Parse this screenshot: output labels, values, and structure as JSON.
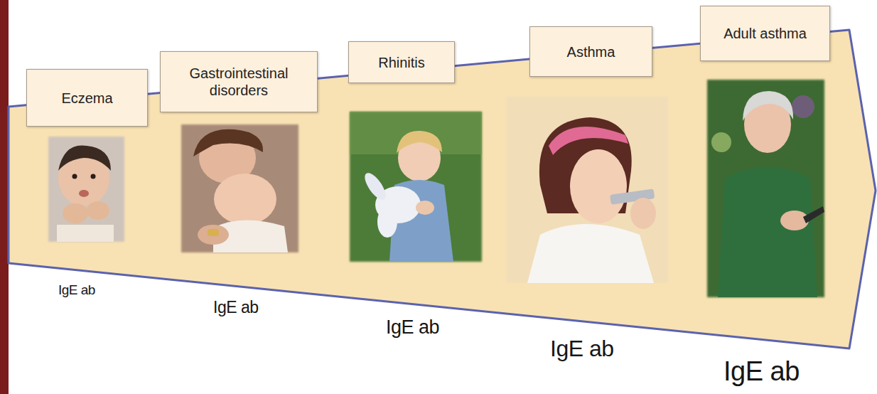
{
  "diagram": {
    "nodes": [
      {
        "text": [
          "Eczema"
        ]
      },
      {
        "text": [
          "Gastrointestinal disorders"
        ]
      },
      {
        "text": [
          "Rhinitis"
        ]
      },
      {
        "text": [
          "Asthma"
        ]
      },
      {
        "text": [
          "Adult asthma"
        ]
      }
    ],
    "labels": [
      "IgE ab",
      "IgE ab",
      "IgE ab",
      "IgE ab",
      "IgE ab"
    ]
  }
}
